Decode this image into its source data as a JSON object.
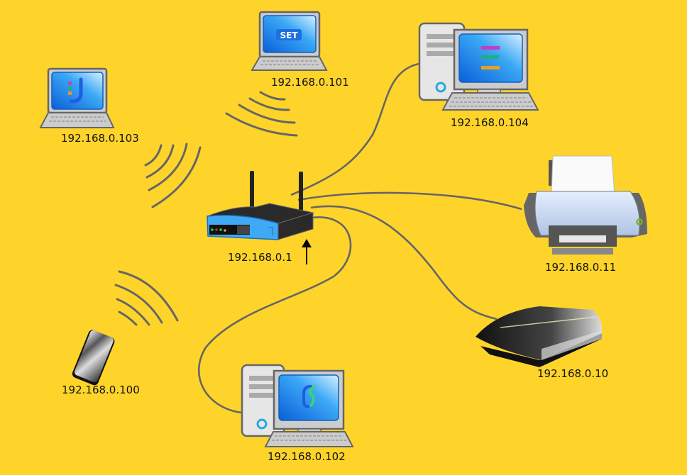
{
  "diagram": {
    "background_color": "#FFD42A",
    "cable_color": "#666666",
    "router": {
      "label": "192.168.0.1",
      "body_color": "#3FA9F5",
      "led_colors": [
        "#22DD22",
        "#EE2222",
        "#22DD22",
        "#FF9922"
      ],
      "has_uplink_arrow": true
    },
    "devices": [
      {
        "id": "laptop-101",
        "type": "laptop",
        "label": "192.168.0.101",
        "connection": "wireless",
        "screen_logo": "SET"
      },
      {
        "id": "laptop-103",
        "type": "laptop",
        "label": "192.168.0.103",
        "connection": "wireless",
        "screen_logo": "SET-U"
      },
      {
        "id": "desktop-104",
        "type": "desktop",
        "label": "192.168.0.104",
        "connection": "wired",
        "screen_logo": "menu-bars"
      },
      {
        "id": "printer-11",
        "type": "printer",
        "label": "192.168.0.11",
        "connection": "wired"
      },
      {
        "id": "console-10",
        "type": "game-console",
        "label": "192.168.0.10",
        "connection": "wired"
      },
      {
        "id": "desktop-102",
        "type": "desktop",
        "label": "192.168.0.102",
        "connection": "wired",
        "screen_logo": "S-logo"
      },
      {
        "id": "phone-100",
        "type": "smartphone",
        "label": "192.168.0.100",
        "connection": "wireless"
      }
    ]
  }
}
